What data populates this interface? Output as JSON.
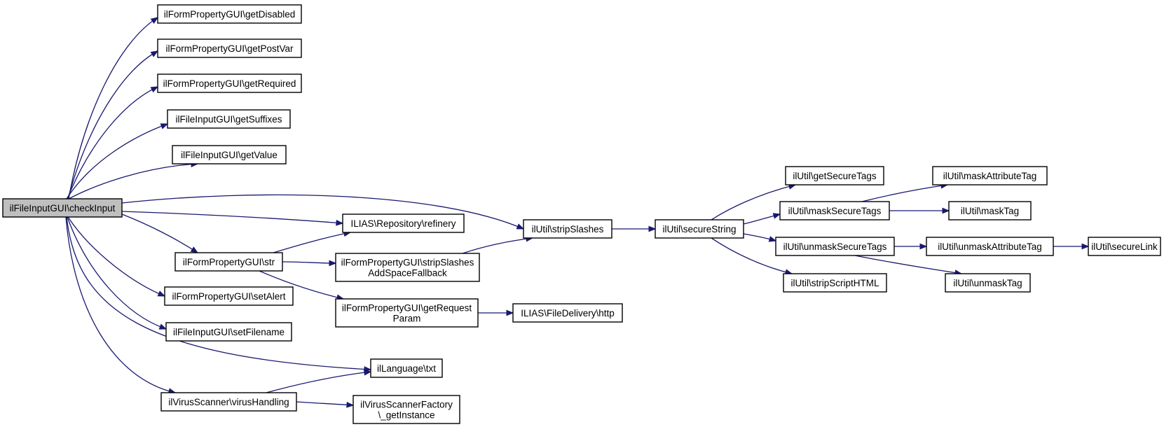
{
  "diagram": {
    "nodes": [
      {
        "id": "checkInput",
        "lines": [
          "ilFileInputGUI\\checkInput"
        ],
        "root": true
      },
      {
        "id": "getDisabled",
        "lines": [
          "ilFormPropertyGUI\\getDisabled"
        ]
      },
      {
        "id": "getPostVar",
        "lines": [
          "ilFormPropertyGUI\\getPostVar"
        ]
      },
      {
        "id": "getRequired",
        "lines": [
          "ilFormPropertyGUI\\getRequired"
        ]
      },
      {
        "id": "getSuffixes",
        "lines": [
          "ilFileInputGUI\\getSuffixes"
        ]
      },
      {
        "id": "getValue",
        "lines": [
          "ilFileInputGUI\\getValue"
        ]
      },
      {
        "id": "refinery",
        "lines": [
          "ILIAS\\Repository\\refinery"
        ]
      },
      {
        "id": "str",
        "lines": [
          "ilFormPropertyGUI\\str"
        ]
      },
      {
        "id": "setAlert",
        "lines": [
          "ilFormPropertyGUI\\setAlert"
        ]
      },
      {
        "id": "setFilename",
        "lines": [
          "ilFileInputGUI\\setFilename"
        ]
      },
      {
        "id": "txt",
        "lines": [
          "ilLanguage\\txt"
        ]
      },
      {
        "id": "virusHandling",
        "lines": [
          "ilVirusScanner\\virusHandling"
        ]
      },
      {
        "id": "getInstance",
        "lines": [
          "ilVirusScannerFactory",
          "\\_getInstance"
        ]
      },
      {
        "id": "stripSlashesAddSpace",
        "lines": [
          "ilFormPropertyGUI\\stripSlashes",
          "AddSpaceFallback"
        ]
      },
      {
        "id": "getRequestParam",
        "lines": [
          "ilFormPropertyGUI\\getRequest",
          "Param"
        ]
      },
      {
        "id": "http",
        "lines": [
          "ILIAS\\FileDelivery\\http"
        ]
      },
      {
        "id": "stripSlashes",
        "lines": [
          "ilUtil\\stripSlashes"
        ]
      },
      {
        "id": "secureString",
        "lines": [
          "ilUtil\\secureString"
        ]
      },
      {
        "id": "getSecureTags",
        "lines": [
          "ilUtil\\getSecureTags"
        ]
      },
      {
        "id": "maskSecureTags",
        "lines": [
          "ilUtil\\maskSecureTags"
        ]
      },
      {
        "id": "unmaskSecureTags",
        "lines": [
          "ilUtil\\unmaskSecureTags"
        ]
      },
      {
        "id": "stripScriptHTML",
        "lines": [
          "ilUtil\\stripScriptHTML"
        ]
      },
      {
        "id": "maskAttributeTag",
        "lines": [
          "ilUtil\\maskAttributeTag"
        ]
      },
      {
        "id": "maskTag",
        "lines": [
          "ilUtil\\maskTag"
        ]
      },
      {
        "id": "unmaskAttributeTag",
        "lines": [
          "ilUtil\\unmaskAttributeTag"
        ]
      },
      {
        "id": "unmaskTag",
        "lines": [
          "ilUtil\\unmaskTag"
        ]
      },
      {
        "id": "secureLink",
        "lines": [
          "ilUtil\\secureLink"
        ]
      }
    ],
    "edges": [
      {
        "from": "checkInput",
        "to": "getDisabled"
      },
      {
        "from": "checkInput",
        "to": "getPostVar"
      },
      {
        "from": "checkInput",
        "to": "getRequired"
      },
      {
        "from": "checkInput",
        "to": "getSuffixes"
      },
      {
        "from": "checkInput",
        "to": "getValue"
      },
      {
        "from": "checkInput",
        "to": "stripSlashes"
      },
      {
        "from": "checkInput",
        "to": "refinery"
      },
      {
        "from": "checkInput",
        "to": "str"
      },
      {
        "from": "checkInput",
        "to": "setAlert"
      },
      {
        "from": "checkInput",
        "to": "setFilename"
      },
      {
        "from": "checkInput",
        "to": "txt"
      },
      {
        "from": "checkInput",
        "to": "virusHandling"
      },
      {
        "from": "str",
        "to": "refinery"
      },
      {
        "from": "str",
        "to": "stripSlashesAddSpace"
      },
      {
        "from": "str",
        "to": "getRequestParam"
      },
      {
        "from": "stripSlashesAddSpace",
        "to": "stripSlashes"
      },
      {
        "from": "getRequestParam",
        "to": "http"
      },
      {
        "from": "stripSlashes",
        "to": "secureString"
      },
      {
        "from": "secureString",
        "to": "getSecureTags"
      },
      {
        "from": "secureString",
        "to": "maskSecureTags"
      },
      {
        "from": "secureString",
        "to": "unmaskSecureTags"
      },
      {
        "from": "secureString",
        "to": "stripScriptHTML"
      },
      {
        "from": "maskSecureTags",
        "to": "maskAttributeTag"
      },
      {
        "from": "maskSecureTags",
        "to": "maskTag"
      },
      {
        "from": "unmaskSecureTags",
        "to": "unmaskAttributeTag"
      },
      {
        "from": "unmaskSecureTags",
        "to": "unmaskTag"
      },
      {
        "from": "unmaskAttributeTag",
        "to": "secureLink"
      },
      {
        "from": "virusHandling",
        "to": "txt"
      },
      {
        "from": "virusHandling",
        "to": "getInstance"
      }
    ],
    "colors": {
      "edge": "#191970",
      "root_fill": "#bfbfbf",
      "node_fill": "#ffffff",
      "border": "#000000"
    }
  }
}
